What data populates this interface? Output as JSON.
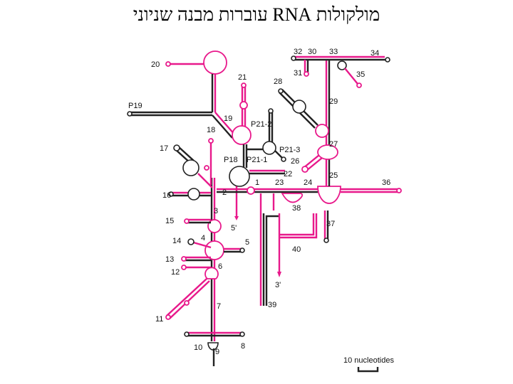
{
  "title": "מולקולות RNA עוברות מבנה שניוני",
  "labels": {
    "l20": "20",
    "l21": "21",
    "p19": "P19",
    "l19": "19",
    "l18": "18",
    "l17": "17",
    "p18": "P18",
    "p21_1": "P21-1",
    "p21_2": "P21-2",
    "p21_3": "P21-3",
    "l16": "16",
    "l2": "2",
    "l1": "1",
    "l22": "22",
    "l23": "23",
    "l24": "24",
    "l25": "25",
    "l26": "26",
    "l27": "27",
    "l28": "28",
    "l29": "29",
    "l30": "30",
    "l31": "31",
    "l32": "32",
    "l33": "33",
    "l34": "34",
    "l35": "35",
    "l36": "36",
    "l37": "37",
    "l38": "38",
    "l3": "3",
    "five_prime": "5'",
    "l15": "15",
    "l4": "4",
    "l5": "5",
    "l14": "14",
    "l13": "13",
    "l6": "6",
    "l12": "12",
    "l40": "40",
    "three_prime": "3'",
    "l7": "7",
    "l11": "11",
    "l39": "39",
    "l10": "10",
    "l9": "9",
    "l8": "8"
  },
  "scale": {
    "label": "10 nucleotides"
  },
  "colors": {
    "pink": "#e8198b",
    "black": "#222222"
  }
}
